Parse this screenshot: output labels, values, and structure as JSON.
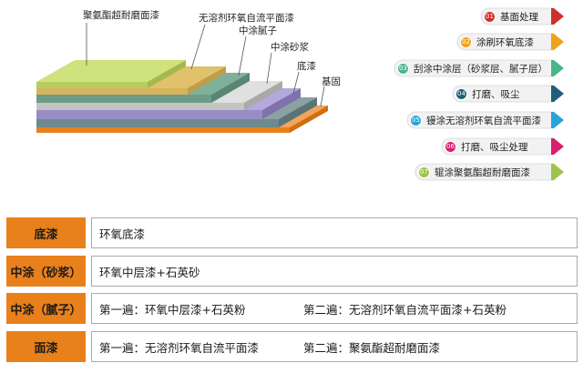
{
  "layers_diagram": {
    "callouts": [
      {
        "id": "topcoat",
        "label": "聚氨酯超耐磨面漆"
      },
      {
        "id": "self_level",
        "label": "无溶剂环氧自流平面漆"
      },
      {
        "id": "putty",
        "label": "中涂腻子"
      },
      {
        "id": "mortar",
        "label": "中涂砂浆"
      },
      {
        "id": "primer",
        "label": "底漆"
      },
      {
        "id": "base",
        "label": "基固"
      }
    ],
    "colors": {
      "topcoat": "#c3d96a",
      "self_level": "#d6b45c",
      "putty": "#6d9c88",
      "mortar_light": "#d3d3d3",
      "mortar": "#9a8cc4",
      "primer": "#6e8a8c",
      "base": "#e8801b"
    }
  },
  "process_steps": [
    {
      "num": "01",
      "label": "基面处理",
      "color": "#d0302a"
    },
    {
      "num": "02",
      "label": "涂刷环氧底漆",
      "color": "#f0a11c"
    },
    {
      "num": "03",
      "label": "刮涂中涂层（砂浆层、腻子层）",
      "color": "#48b68a"
    },
    {
      "num": "04",
      "label": "打磨、吸尘",
      "color": "#1e5e7a"
    },
    {
      "num": "05",
      "label": "镘涂无溶剂环氧自流平面漆",
      "color": "#2aa3d6"
    },
    {
      "num": "06",
      "label": "打磨、吸尘处理",
      "color": "#d61f6e"
    },
    {
      "num": "07",
      "label": "辊涂聚氨酯超耐磨面漆",
      "color": "#9cc44c"
    }
  ],
  "spec_table": [
    {
      "label": "底漆",
      "items": [
        "环氧底漆"
      ]
    },
    {
      "label": "中涂（砂浆）",
      "items": [
        "环氧中层漆+石英砂"
      ]
    },
    {
      "label": "中涂（腻子）",
      "items": [
        "第一遍：环氧中层漆+石英粉",
        "第二遍：无溶剂环氧自流平面漆+石英粉"
      ]
    },
    {
      "label": "面漆",
      "items": [
        "第一遍：无溶剂环氧自流平面漆",
        "第二遍：聚氨酯超耐磨面漆"
      ]
    }
  ]
}
